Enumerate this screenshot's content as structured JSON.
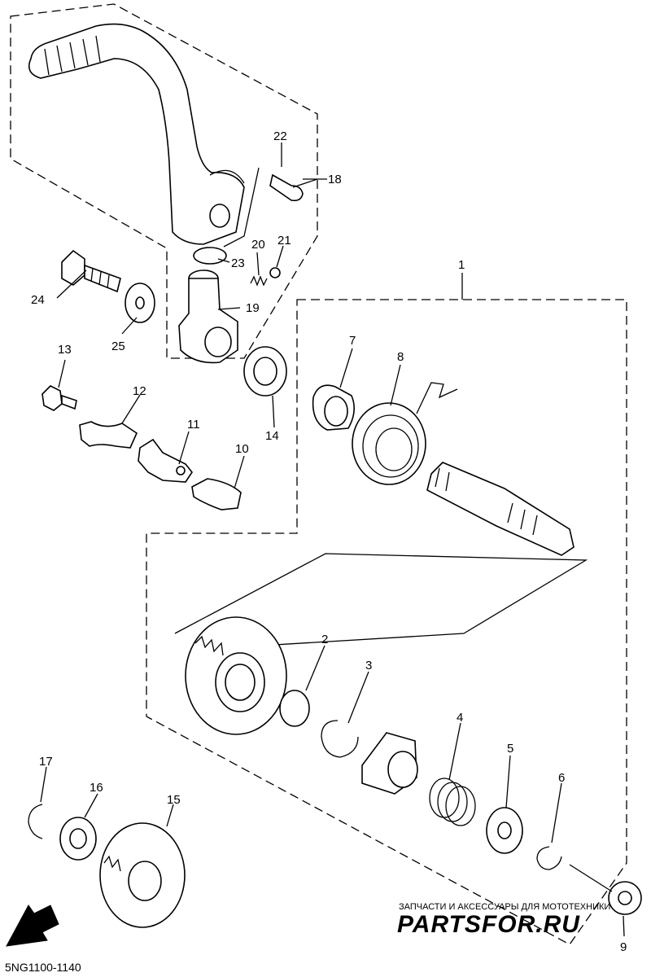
{
  "diagram": {
    "callouts": {
      "p1": "1",
      "p2": "2",
      "p3": "3",
      "p4": "4",
      "p5": "5",
      "p6": "6",
      "p7": "7",
      "p8": "8",
      "p9": "9",
      "p10": "10",
      "p11": "11",
      "p12": "12",
      "p13": "13",
      "p14": "14",
      "p15": "15",
      "p16": "16",
      "p17": "17",
      "p18": "18",
      "p19": "19",
      "p20": "20",
      "p21": "21",
      "p22": "22",
      "p23": "23",
      "p24": "24",
      "p25": "25"
    },
    "diagram_code": "5NG1100-1140",
    "fwd_label": "FWD",
    "watermark": {
      "tagline": "ЗАПЧАСТИ И АКСЕССУАРЫ ДЛЯ МОТОТЕХНИКИ",
      "logo": "PARTSFOR.RU"
    }
  }
}
